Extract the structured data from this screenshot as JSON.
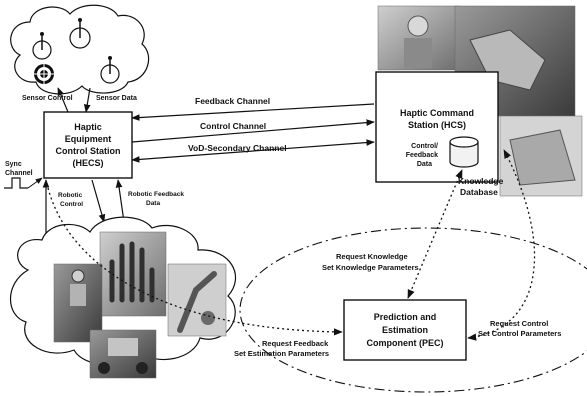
{
  "sensor_cloud": {
    "sensor_control": "Sensor Control",
    "sensor_data": "Sensor Data"
  },
  "hecs": {
    "lines": [
      "Haptic",
      "Equipment",
      "Control Station",
      "(HECS)"
    ]
  },
  "hcs": {
    "lines": [
      "Haptic Command",
      "Station (HCS)"
    ],
    "control_feedback": [
      "Control/",
      "Feedback",
      "Data"
    ]
  },
  "knowledge_db": [
    "Knowledge",
    "Database"
  ],
  "pec": {
    "lines": [
      "Prediction and",
      "Estimation",
      "Component (PEC)"
    ]
  },
  "channels": {
    "feedback": "Feedback Channel",
    "control": "Control Channel",
    "vod": "VoD-Secondary Channel"
  },
  "sync_channel": [
    "Sync",
    "Channel"
  ],
  "robotic": {
    "control": [
      "Robotic",
      "Control"
    ],
    "feedback": [
      "Robotic Feedback",
      "Data"
    ]
  },
  "requests": {
    "knowledge": [
      "Request Knowledge",
      "Set Knowledge Parameters"
    ],
    "feedback": [
      "Request Feedback",
      "Set Estimation Parameters"
    ],
    "control": [
      "Request Control",
      "Set Control Parameters"
    ]
  }
}
